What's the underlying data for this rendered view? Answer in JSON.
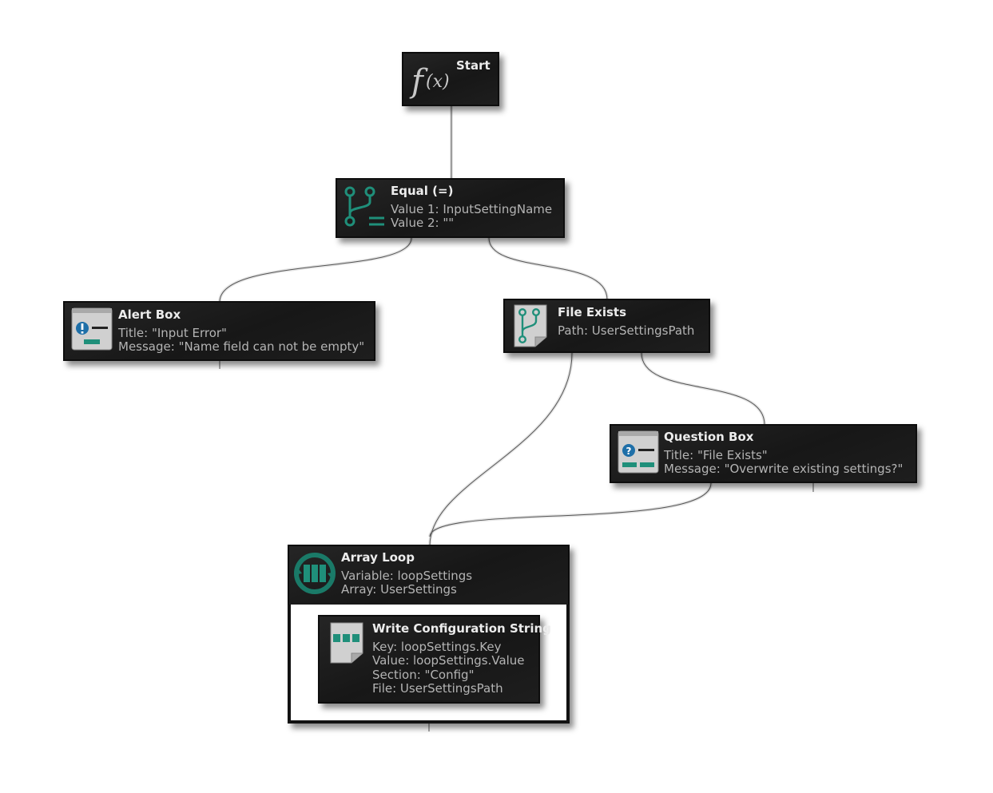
{
  "nodes": {
    "start": {
      "title": "Start",
      "icon": "function-icon",
      "glyph": "f(x)"
    },
    "equal": {
      "title": "Equal (=)",
      "icon": "branch-equal-icon",
      "lines": [
        "Value 1: InputSettingName",
        "Value 2: \"\""
      ]
    },
    "alert_box": {
      "title": "Alert Box",
      "icon": "alert-dialog-icon",
      "lines": [
        "Title: \"Input Error\"",
        "Message: \"Name field can not be empty\""
      ]
    },
    "file_exists": {
      "title": "File Exists",
      "icon": "file-branch-icon",
      "lines": [
        "Path: UserSettingsPath"
      ]
    },
    "question_box": {
      "title": "Question Box",
      "icon": "question-dialog-icon",
      "lines": [
        "Title: \"File Exists\"",
        "Message: \"Overwrite existing settings?\""
      ]
    },
    "array_loop": {
      "title": "Array Loop",
      "icon": "loop-icon",
      "lines": [
        "Variable: loopSettings",
        "Array: UserSettings"
      ]
    },
    "write_config": {
      "title": "Write Configuration String",
      "icon": "config-file-icon",
      "lines": [
        "Key: loopSettings.Key",
        "Value: loopSettings.Value",
        "Section: \"Config\"",
        "File: UserSettingsPath"
      ]
    }
  },
  "colors": {
    "node_bg": "#1c1c1c",
    "accent": "#1f8f7a",
    "text": "#b4b4b4",
    "title": "#ececec",
    "wire": "#555555"
  }
}
